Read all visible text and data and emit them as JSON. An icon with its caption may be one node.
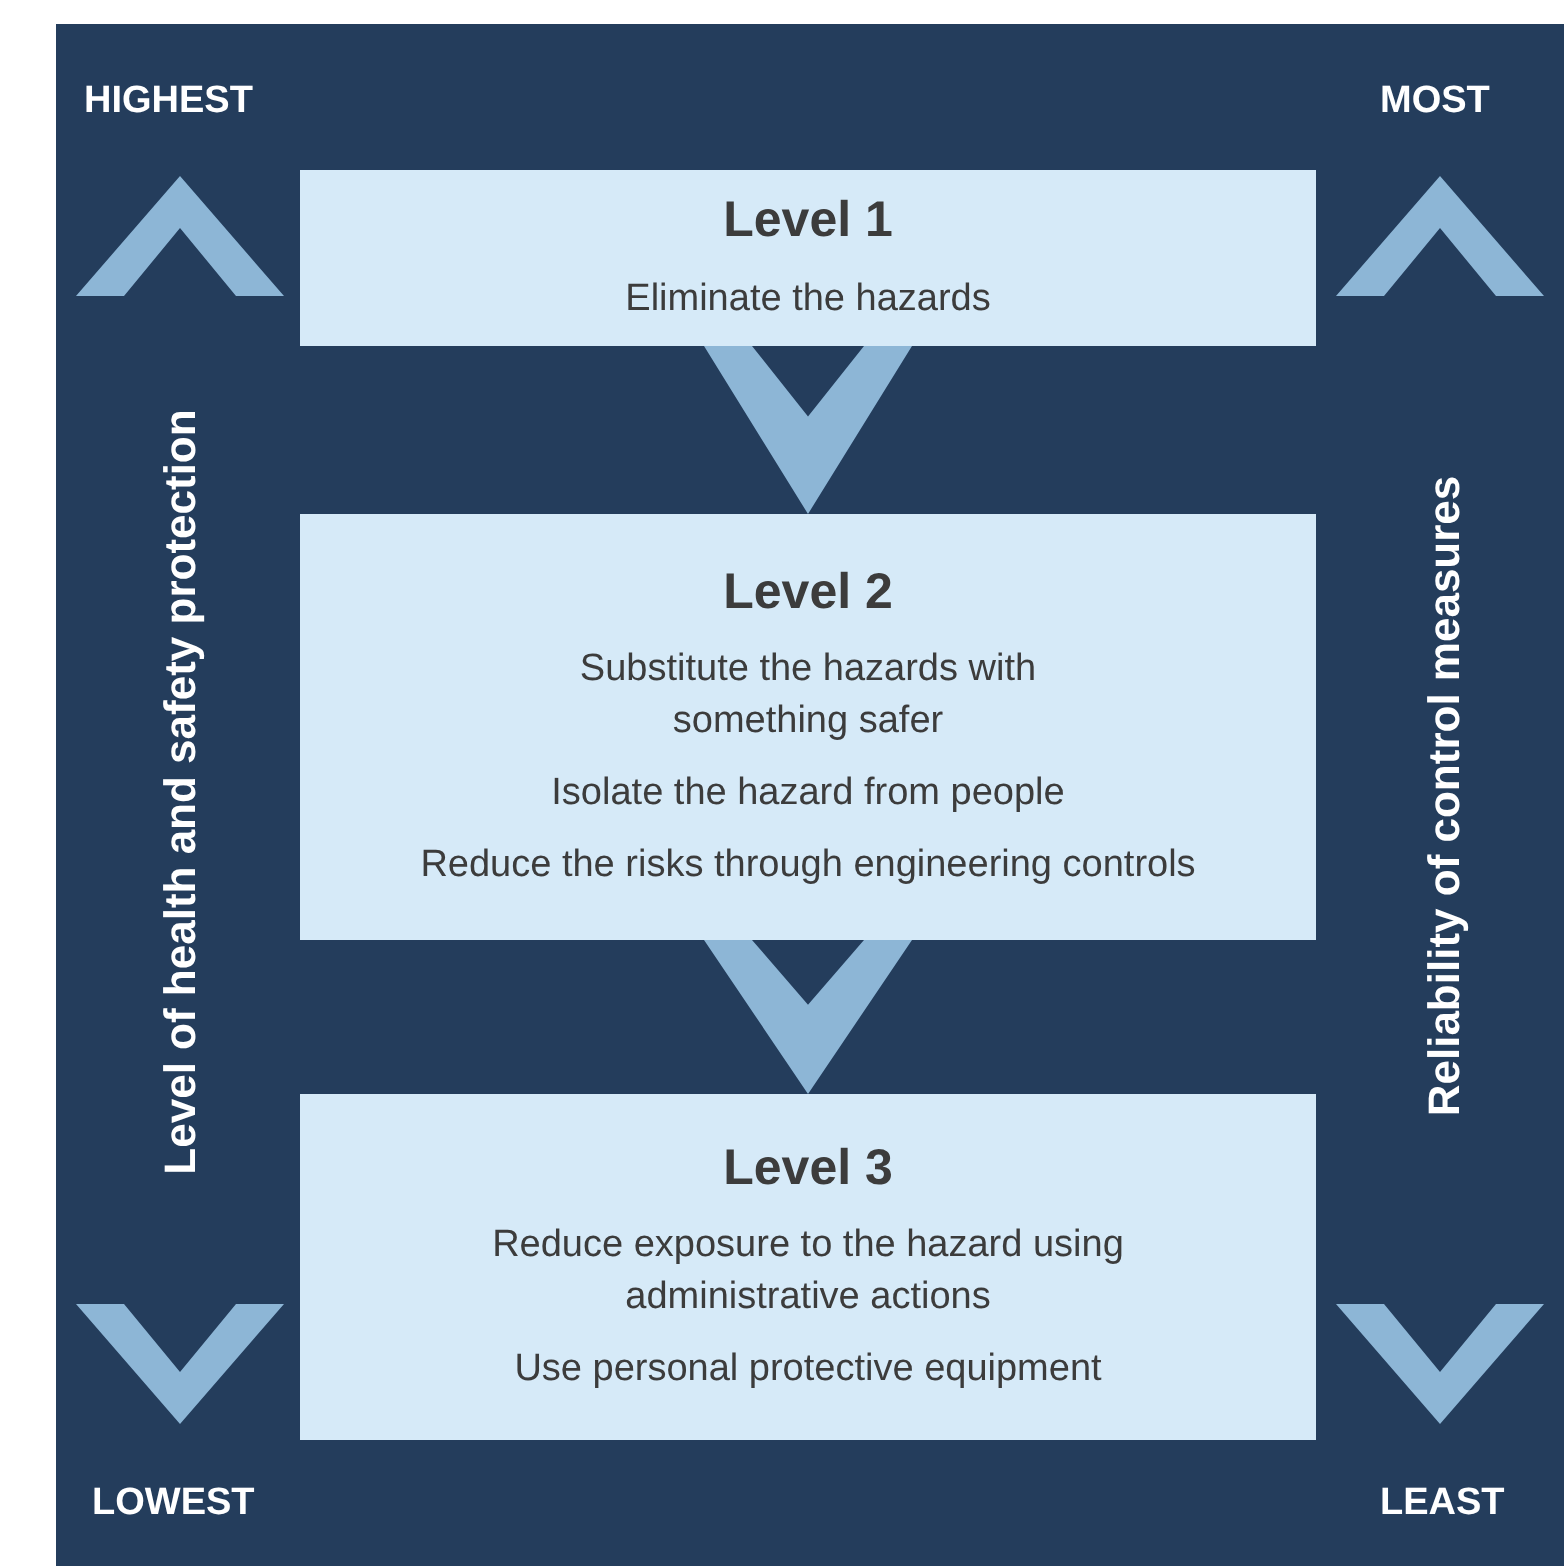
{
  "diagram": {
    "nodes": [
      {
        "text": [
          "Level 1",
          "Eliminate the hazards"
        ]
      },
      {
        "text": [
          "Level 2",
          "Substitute the hazards with something safer",
          "Isolate the hazard from people",
          "Reduce the risks through engineering controls"
        ]
      },
      {
        "text": [
          "Level 3",
          "Reduce exposure to the hazard using administrative actions",
          "Use personal protective equipment"
        ]
      }
    ],
    "edges": [
      {
        "from": 0,
        "to": 1,
        "arrow": "to"
      },
      {
        "from": 1,
        "to": 2,
        "arrow": "to"
      }
    ],
    "labels": [
      "HIGHEST",
      "MOST",
      "Level of health and safety protection",
      "Reliability of control measures",
      "LOWEST",
      "LEAST"
    ]
  }
}
